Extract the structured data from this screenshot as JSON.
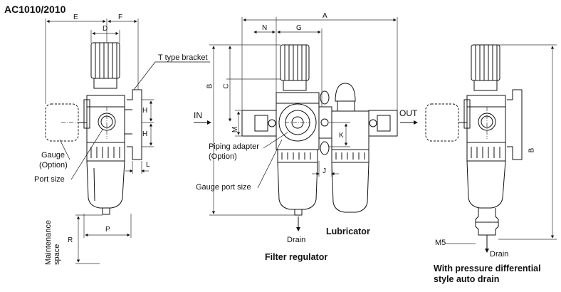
{
  "title": "AC1010/2010",
  "dims": {
    "E": "E",
    "F": "F",
    "D": "D",
    "A": "A",
    "N": "N",
    "G": "G",
    "B": "B",
    "C": "C",
    "H": "H",
    "L": "L",
    "M": "M",
    "K": "K",
    "J": "J",
    "P": "P",
    "R": "R",
    "B2": "B"
  },
  "labels": {
    "t_bracket": "T type bracket",
    "gauge": "Gauge",
    "gauge_option": "(Option)",
    "port_size": "Port size",
    "piping_adapter": "Piping adapter",
    "piping_option": "(Option)",
    "gauge_port_size": "Gauge port size",
    "in": "IN",
    "out": "OUT",
    "drain": "Drain",
    "drain2": "Drain",
    "lubricator": "Lubricator",
    "filter_regulator": "Filter regulator",
    "maintenance_space": "Maintenance space",
    "m5": "M5",
    "pressure_diff_line1": "With pressure differential",
    "pressure_diff_line2": "style auto drain"
  },
  "colors": {
    "line": "#111111",
    "dim_line": "#333333",
    "background": "#ffffff"
  }
}
